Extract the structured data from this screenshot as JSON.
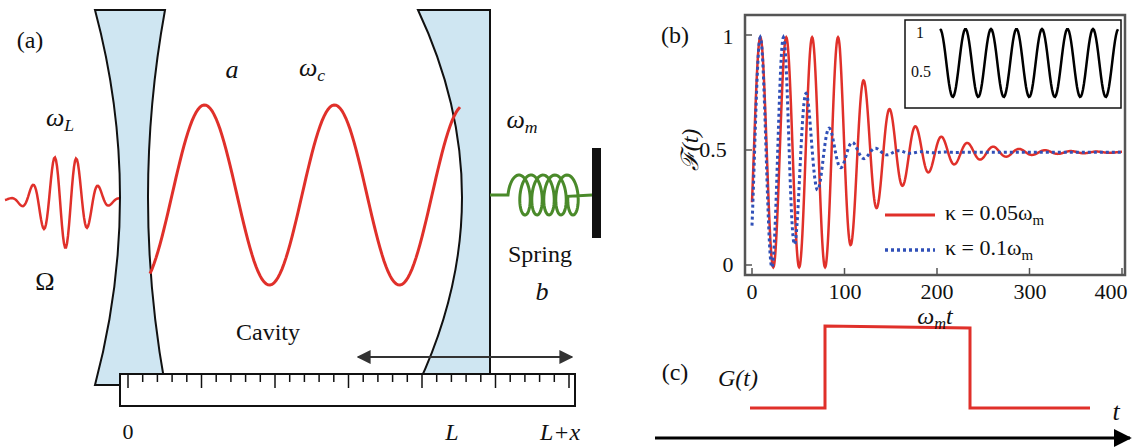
{
  "diagram": {
    "labels": [
      "(a)",
      "ωL",
      "Ω",
      "a",
      "ωc",
      "Cavity",
      "ωm",
      "Spring",
      "b",
      "0",
      "L",
      "L+x",
      "(b)",
      "1",
      "0.5",
      "0",
      "ℱ(t)",
      "0",
      "100",
      "200",
      "300",
      "400",
      "ωmt",
      "1",
      "0.5",
      "(c)",
      "G(t)",
      "t"
    ],
    "legend": [
      {
        "text": "κ = 0.05ωm"
      },
      {
        "text": "κ = 0.1ωm"
      }
    ]
  }
}
